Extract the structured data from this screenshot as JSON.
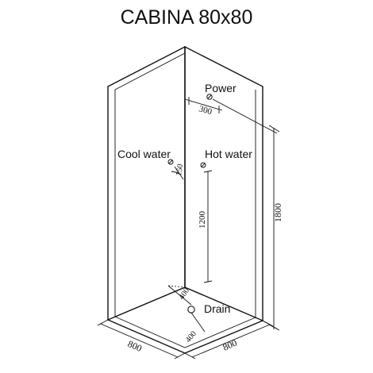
{
  "title": "CABINA 80x80",
  "labels": {
    "power": "Power",
    "cool_water": "Cool water",
    "hot_water": "Hot water",
    "drain": "Drain"
  },
  "dimensions": {
    "power_offset": "300",
    "cool_hot_offset": "150",
    "hot_height": "1200",
    "total_height": "1800",
    "drain_offset_top": "400",
    "drain_offset_bottom": "400",
    "width_left": "800",
    "width_right": "800"
  }
}
